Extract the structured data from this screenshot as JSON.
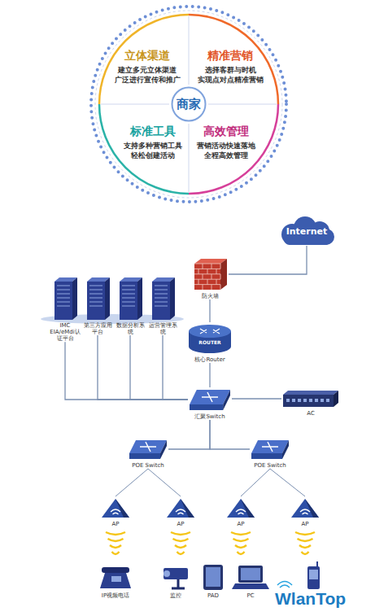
{
  "diagram": {
    "nodes": [
      {
        "text": [
          "立体渠道",
          "建立多元立体渠道 广泛进行宣传和推广"
        ]
      },
      {
        "text": [
          "精准营销",
          "选择客群与时机 实现点对点精准营销"
        ]
      },
      {
        "text": [
          "商家"
        ]
      },
      {
        "text": [
          "标准工具",
          "支持多种营销工具 轻松创建活动"
        ]
      },
      {
        "text": [
          "高效管理",
          "营销活动快速落地 全程高效管理"
        ]
      },
      {
        "text": [
          "Internet"
        ]
      },
      {
        "text": [
          "防火墙"
        ]
      },
      {
        "text": [
          "IMC EIA/eMdi认证平台"
        ]
      },
      {
        "text": [
          "第三方应用平台"
        ]
      },
      {
        "text": [
          "数据分析系统"
        ]
      },
      {
        "text": [
          "运营管理系统"
        ]
      },
      {
        "text": [
          "ROUTER",
          "核心Router"
        ]
      },
      {
        "text": [
          "汇聚Switch"
        ]
      },
      {
        "text": [
          "AC"
        ]
      },
      {
        "text": [
          "POE Switch"
        ]
      },
      {
        "text": [
          "POE Switch"
        ]
      },
      {
        "text": [
          "AP"
        ]
      },
      {
        "text": [
          "AP"
        ]
      },
      {
        "text": [
          "AP"
        ]
      },
      {
        "text": [
          "AP"
        ]
      },
      {
        "text": [
          "IP视频电话"
        ]
      },
      {
        "text": [
          "监控"
        ]
      },
      {
        "text": [
          "PAD"
        ]
      },
      {
        "text": [
          "PC"
        ]
      }
    ],
    "edges": [
      {
        "from": 5,
        "to": 6,
        "arrow": "none"
      },
      {
        "from": 6,
        "to": 11,
        "arrow": "none"
      },
      {
        "from": 7,
        "to": 12,
        "arrow": "none"
      },
      {
        "from": 8,
        "to": 12,
        "arrow": "none"
      },
      {
        "from": 9,
        "to": 12,
        "arrow": "none"
      },
      {
        "from": 10,
        "to": 12,
        "arrow": "none"
      },
      {
        "from": 11,
        "to": 12,
        "arrow": "none"
      },
      {
        "from": 13,
        "to": 12,
        "arrow": "none"
      },
      {
        "from": 12,
        "to": 14,
        "arrow": "none"
      },
      {
        "from": 12,
        "to": 15,
        "arrow": "none"
      },
      {
        "from": 14,
        "to": 16,
        "arrow": "none"
      },
      {
        "from": 14,
        "to": 17,
        "arrow": "none"
      },
      {
        "from": 15,
        "to": 18,
        "arrow": "none"
      },
      {
        "from": 15,
        "to": 19,
        "arrow": "none"
      }
    ],
    "labels": [
      "WlanTop"
    ]
  }
}
